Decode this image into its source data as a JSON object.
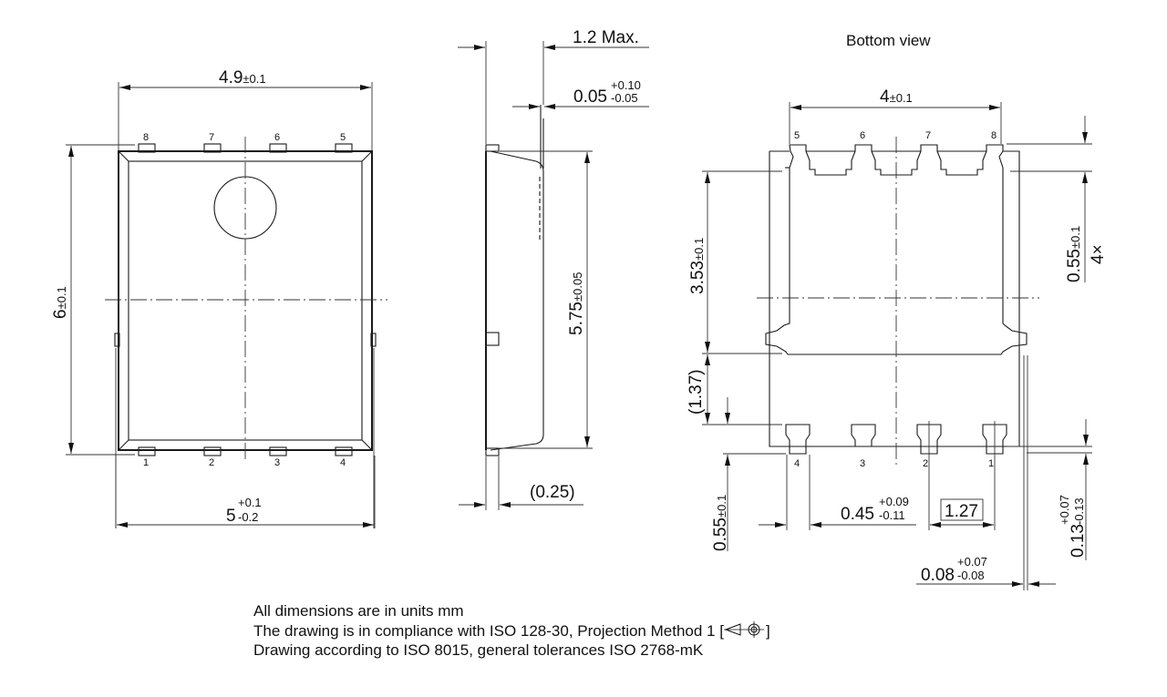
{
  "title": {
    "bottom_view": "Bottom view"
  },
  "top_view": {
    "width_dim": {
      "value": "4.9",
      "tol": "±0.1"
    },
    "height_dim": {
      "value": "6",
      "tol": "±0.1"
    },
    "overall_width_dim": {
      "value": "5",
      "tol_plus": "+0.1",
      "tol_minus": "-0.2"
    },
    "pins_top": [
      "8",
      "7",
      "6",
      "5"
    ],
    "pins_bottom": [
      "1",
      "2",
      "3",
      "4"
    ]
  },
  "side_view": {
    "height_dim": {
      "value": "1.2 Max."
    },
    "standoff_dim": {
      "value": "0.05",
      "tol_plus": "+0.10",
      "tol_minus": "-0.05"
    },
    "length_dim": {
      "value": "5.75",
      "tol": "±0.05"
    },
    "lead_dim": {
      "value": "(0.25)"
    }
  },
  "bottom_view": {
    "pad_width_dim": {
      "value": "4",
      "tol": "±0.1"
    },
    "pad_height_dim": {
      "value": "3.53",
      "tol": "±0.1"
    },
    "ref_dim": {
      "value": "(1.37)"
    },
    "lead_len_top_dim": {
      "value": "0.55",
      "tol": "±0.1",
      "note": "4×"
    },
    "lead_len_bottom_dim": {
      "value": "0.55",
      "tol": "±0.1"
    },
    "lead_width_dim": {
      "value": "0.45",
      "tol_plus": "+0.09",
      "tol_minus": "-0.11"
    },
    "pitch_dim": {
      "value": "1.27"
    },
    "protrusion_dim": {
      "value": "0.13",
      "tol_plus": "+0.07",
      "tol_minus": "-0.13"
    },
    "edge_dim": {
      "value": "0.08",
      "tol_plus": "+0.07",
      "tol_minus": "-0.08"
    },
    "pins_top": [
      "5",
      "6",
      "7",
      "8"
    ],
    "pins_bottom": [
      "4",
      "3",
      "2",
      "1"
    ]
  },
  "notes": [
    "All dimensions are in units mm",
    "The drawing is in compliance with ISO 128-30, Projection Method 1 [",
    "Drawing according to ISO 8015, general tolerances ISO 2768-mK"
  ],
  "notes_suffix": "]"
}
